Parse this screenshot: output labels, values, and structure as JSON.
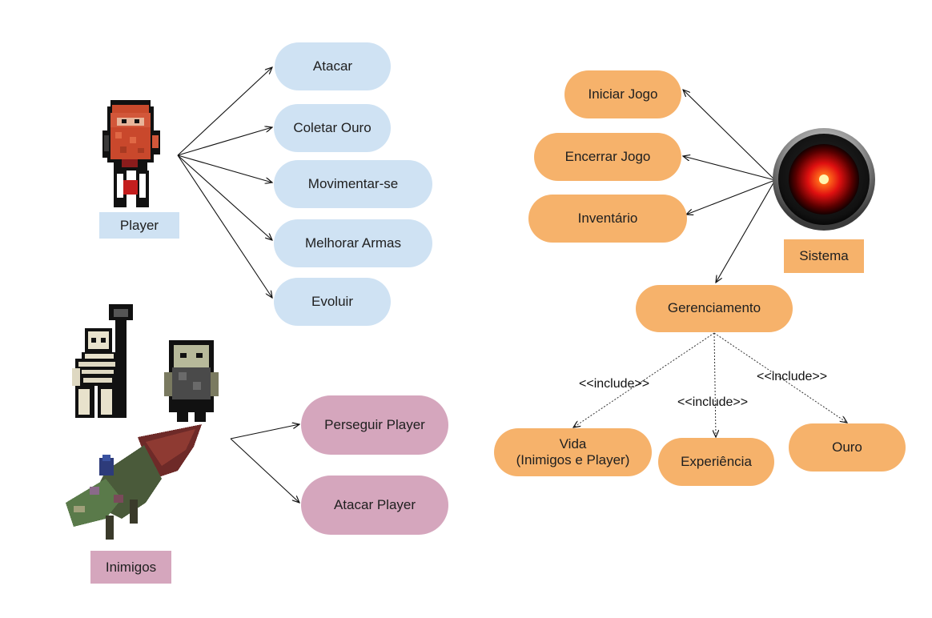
{
  "actors": {
    "player": {
      "label": "Player"
    },
    "enemies": {
      "label": "Inimigos"
    },
    "system": {
      "label": "Sistema"
    }
  },
  "player_use_cases": [
    "Atacar",
    "Coletar Ouro",
    "Movimentar-se",
    "Melhorar Armas",
    "Evoluir"
  ],
  "enemy_use_cases": [
    "Perseguir Player",
    "Atacar Player"
  ],
  "system_use_cases": [
    "Iniciar Jogo",
    "Encerrar Jogo",
    "Inventário",
    "Gerenciamento"
  ],
  "management_includes": [
    "Vida\n(Inimigos e Player)",
    "Experiência",
    "Ouro"
  ],
  "include_label": "<<include>>",
  "colors": {
    "player": "#cfe2f3",
    "enemies": "#d5a6bd",
    "system": "#f6b26b"
  },
  "icons": {
    "player": "dwarf-warrior-sprite-icon",
    "enemies": "monster-group-sprite-icon",
    "system": "red-eye-computer-icon"
  }
}
